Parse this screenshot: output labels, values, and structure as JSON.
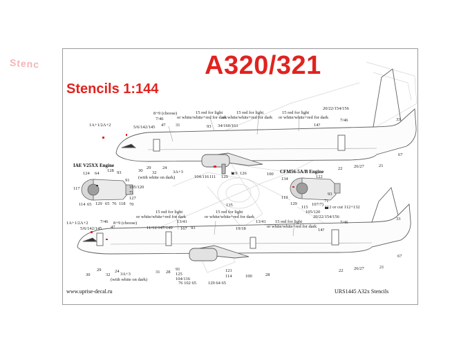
{
  "ghost_text": "Stenc",
  "title": "A320/321",
  "subtitle": "Stencils 1:144",
  "upper_labels": {
    "l_1a": "1A+1/2A+2",
    "l_89": "8+9 (choose)",
    "l_746": "7/46",
    "l_5614": "5/6/142/145",
    "l_47": "47",
    "l_31": "31",
    "l_15a": "15 red for light",
    "l_15a2": "or white/white+red for dark",
    "l_93": "93",
    "l_15b": "15 red for light",
    "l_15b2": "or white/white+red for dark",
    "l_34": "34/160/161",
    "l_15c": "15 red for light",
    "l_15c2": "or white/white+red for dark",
    "l_20": "20/22/154/156",
    "l_746b": "7/46",
    "l_33": "33",
    "l_14": "14?",
    "l_67": "67",
    "l_21": "21",
    "l_2627": "26/27",
    "l_22": "22",
    "l_100": "100",
    "l_119": "119",
    "l_126": "126",
    "l_129": "129",
    "l_104": "104/116",
    "l_111": "111",
    "l_3a3": "3A+3",
    "l_32": "32",
    "l_with": "(with white on dark)",
    "l_30": "30",
    "l_29": "29",
    "l_24": "24"
  },
  "iae": {
    "title": "IAE V25XX Engine",
    "l_124": "124",
    "l_64": "64",
    "l_128": "128",
    "l_93": "93",
    "l_91": "91",
    "l_117": "117",
    "l_105": "105/120",
    "l_71": "71",
    "l_127": "127",
    "l_70": "70",
    "l_114": "114",
    "l_65": "65",
    "l_129": "129",
    "l_65b": "65",
    "l_76": "76",
    "l_118": "118"
  },
  "cfm": {
    "title": "CFM56-5A/B Engine",
    "l_134": "134",
    "l_122": "122",
    "l_119": "119",
    "l_93": "93",
    "l_129": "129",
    "l_1077": "107/7)",
    "l_71": "71",
    "l_115": "115",
    "l_105": "105/120",
    "l_112": "112 or cut 112+132"
  },
  "l_135": "135",
  "lower_labels": {
    "l_1a": "1A+1/2A+2",
    "l_5614": "5/6/142/145",
    "l_746": "7/46",
    "l_89": "8+9 (choose)",
    "l_47": "47",
    "l_15a": "15 red for light",
    "l_15a2": "or white/white+red for dark",
    "l_1114": "11/12/147/149",
    "l_1341": "13/41",
    "l_167": "167",
    "l_93": "93",
    "l_15b": "15 red for light",
    "l_15b2": "or white/white+red for dark",
    "l_1918": "19/18",
    "l_1341b": "13/41",
    "l_15c": "15 red for light",
    "l_15c2": "or white/white+red for dark",
    "l_20": "20/22/154/156",
    "l_746b": "7/46",
    "l_33": "33",
    "l_14": "14?",
    "l_67": "67",
    "l_21": "21",
    "l_2627": "26/27",
    "l_22": "22",
    "l_28b": "28",
    "l_100": "100",
    "l_121": "121",
    "l_114": "114",
    "l_91": "91",
    "l_125": "125",
    "l_104": "104/116",
    "l_76": "76 102 65",
    "l_129": "129 64 65",
    "l_31": "31",
    "l_28": "28",
    "l_3a3": "3A+3",
    "l_with": "(with white on dark)",
    "l_29": "29",
    "l_32": "32",
    "l_24": "24",
    "l_30": "30"
  },
  "website": "www.uprise-decal.ru",
  "product": "URS1445 A32x Stencils",
  "colors": {
    "accent": "#e0231f",
    "outline": "#6e6e6e",
    "ghost": "#d9d9d9"
  }
}
